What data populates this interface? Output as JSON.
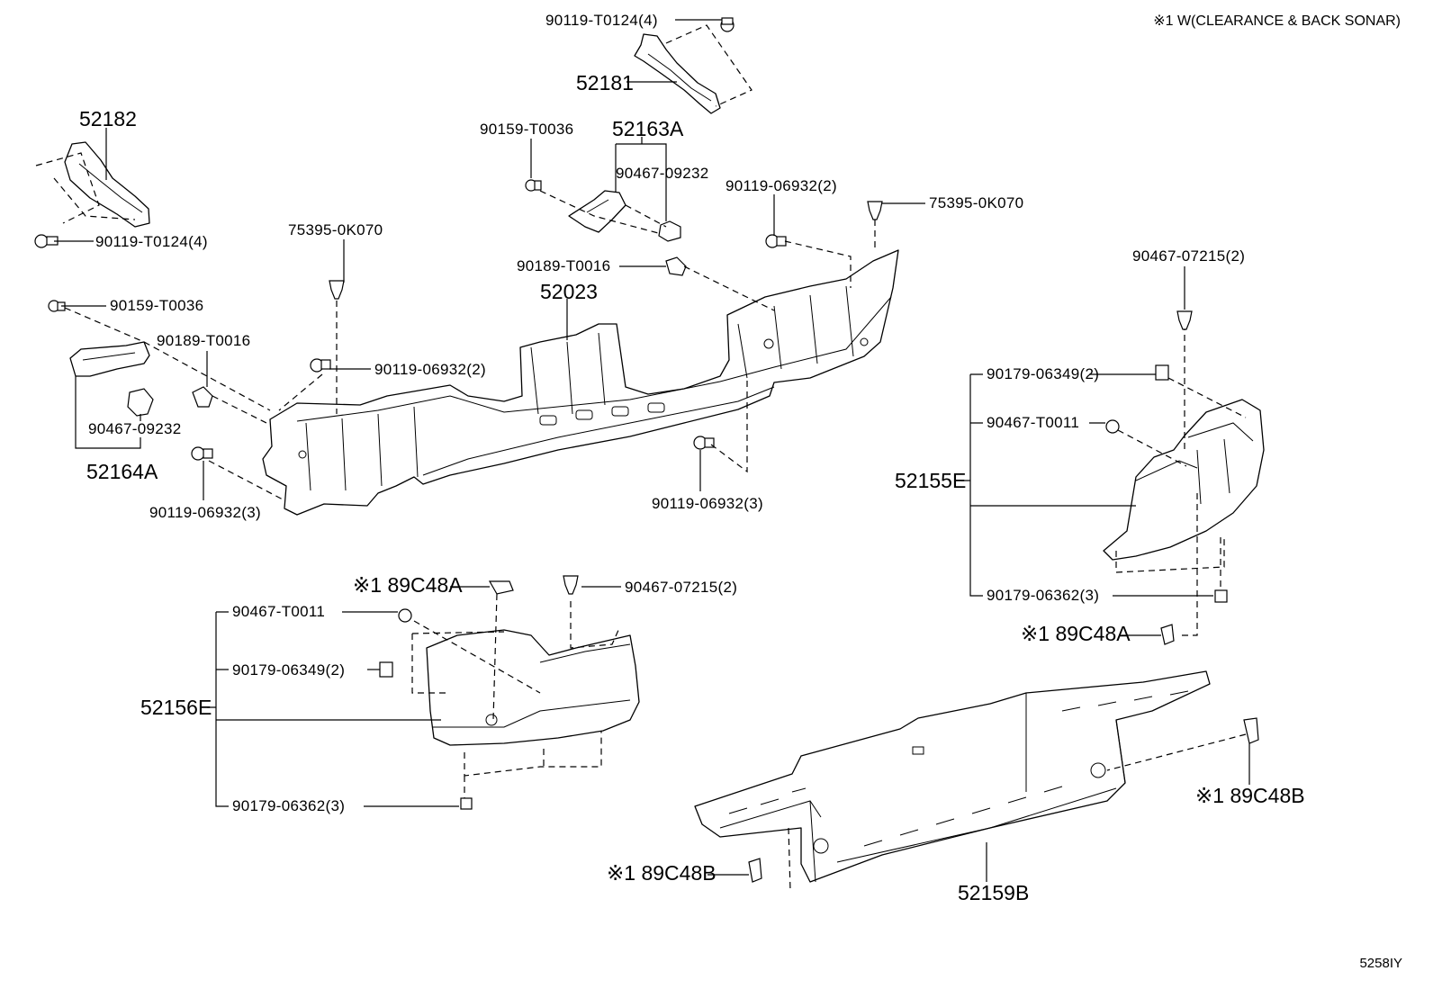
{
  "header_note": "※1 W(CLEARANCE & BACK SONAR)",
  "figure_id": "5258IY",
  "labels": {
    "l_90119_T0124_top": "90119-T0124(4)",
    "l_52181": "52181",
    "l_52182": "52182",
    "l_90119_T0124_left": "90119-T0124(4)",
    "l_90159_T0036_mid": "90159-T0036",
    "l_52163A": "52163A",
    "l_90467_09232_mid": "90467-09232",
    "l_90119_06932_2_right": "90119-06932(2)",
    "l_75395_0K070_right": "75395-0K070",
    "l_75395_0K070_left": "75395-0K070",
    "l_90189_T0016_mid": "90189-T0016",
    "l_52023": "52023",
    "l_90159_T0036_left": "90159-T0036",
    "l_90189_T0016_left": "90189-T0016",
    "l_90119_06932_2_left": "90119-06932(2)",
    "l_90467_09232_left": "90467-09232",
    "l_52164A": "52164A",
    "l_90119_06932_3_left": "90119-06932(3)",
    "l_90119_06932_3_mid": "90119-06932(3)",
    "l_90467_07215_right": "90467-07215(2)",
    "l_90179_06349_right": "90179-06349(2)",
    "l_90467_T0011_right": "90467-T0011",
    "l_52155E": "52155E",
    "l_90179_06362_right": "90179-06362(3)",
    "l_89C48A_right": "※1 89C48A",
    "l_89C48A_mid": "※1 89C48A",
    "l_90467_07215_mid": "90467-07215(2)",
    "l_90467_T0011_left": "90467-T0011",
    "l_90179_06349_left": "90179-06349(2)",
    "l_52156E": "52156E",
    "l_90179_06362_left": "90179-06362(3)",
    "l_89C48B_right": "※1 89C48B",
    "l_89C48B_left": "※1 89C48B",
    "l_52159B": "52159B"
  }
}
